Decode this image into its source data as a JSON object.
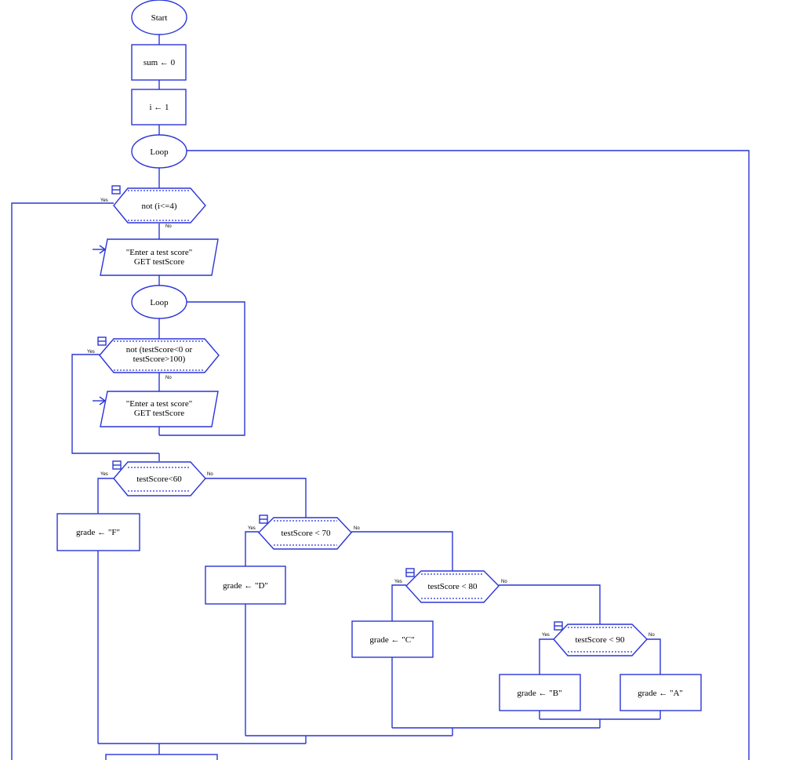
{
  "diagram": {
    "start": "Start",
    "sum_init": "sum ← 0",
    "i_init": "i ← 1",
    "loop_label": "Loop",
    "cond_outer": "not (i<=4)",
    "yes": "Yes",
    "no": "No",
    "input_line1": "\"Enter a test score\"",
    "input_line2": "GET testScore",
    "cond_inner_line1": "not (testScore<0 or",
    "cond_inner_line2": "testScore>100)",
    "cond_60": "testScore<60",
    "cond_70": "testScore < 70",
    "cond_80": "testScore < 80",
    "cond_90": "testScore < 90",
    "grade_f": "grade ← \"F\"",
    "grade_d": "grade ← \"D\"",
    "grade_c": "grade ← \"C\"",
    "grade_b": "grade ← \"B\"",
    "grade_a": "grade ← \"A\""
  }
}
